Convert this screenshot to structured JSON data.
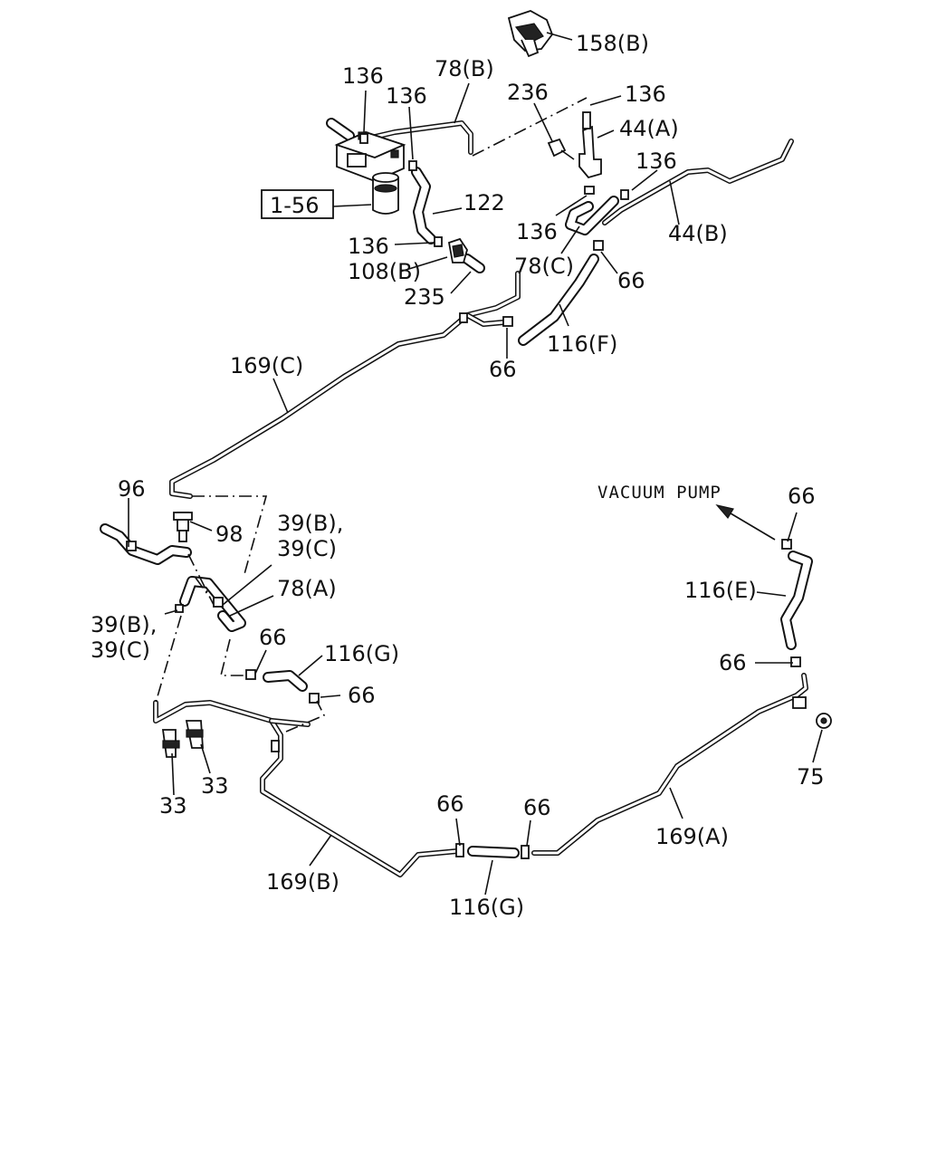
{
  "diagram": {
    "callouts": {
      "c158b": "158(B)",
      "c136a": "136",
      "c78b": "78(B)",
      "c136b": "136",
      "c236": "236",
      "c136c": "136",
      "c44a": "44(A)",
      "c136d": "136",
      "c1_56": "1-56",
      "c122": "122",
      "c136e": "136",
      "c44b": "44(B)",
      "c136f": "136",
      "c108b": "108(B)",
      "c78c": "78(C)",
      "c66a": "66",
      "c235": "235",
      "c116f": "116(F)",
      "c66b": "66",
      "c169c": "169(C)",
      "c96": "96",
      "c98": "98",
      "c39bc_a1": "39(B),",
      "c39bc_a2": "39(C)",
      "c78a": "78(A)",
      "c39bc_b1": "39(B),",
      "c39bc_b2": "39(C)",
      "c66c": "66",
      "c116g_a": "116(G)",
      "c66d": "66",
      "c33a": "33",
      "c33b": "33",
      "c169b": "169(B)",
      "c66e": "66",
      "c66f": "66",
      "c116g_b": "116(G)",
      "c169a": "169(A)",
      "c66g": "66",
      "c116e": "116(E)",
      "c66h": "66",
      "c75": "75"
    },
    "vacuum_pump_label": "VACUUM PUMP"
  }
}
